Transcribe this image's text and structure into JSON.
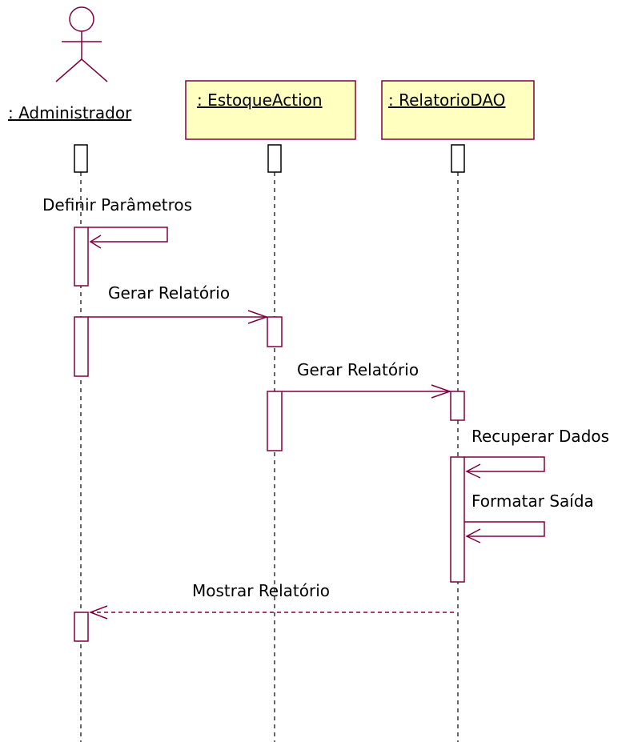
{
  "diagram": {
    "colors": {
      "stroke": "#800040",
      "line": "#000000",
      "object_fill": "#ffffc0",
      "background": "#ffffff"
    },
    "actor": {
      "label": ": Administrador",
      "icon": "stick-figure-icon"
    },
    "objects": [
      {
        "label": ": EstoqueAction"
      },
      {
        "label": ": RelatorioDAO"
      }
    ],
    "messages": [
      {
        "label": "Definir Parâmetros",
        "kind": "self"
      },
      {
        "label": "Gerar Relatório",
        "kind": "call"
      },
      {
        "label": "Gerar Relatório",
        "kind": "call"
      },
      {
        "label": "Recuperar Dados",
        "kind": "self"
      },
      {
        "label": "Formatar Saída",
        "kind": "self"
      },
      {
        "label": "Mostrar Relatório",
        "kind": "return"
      }
    ]
  }
}
